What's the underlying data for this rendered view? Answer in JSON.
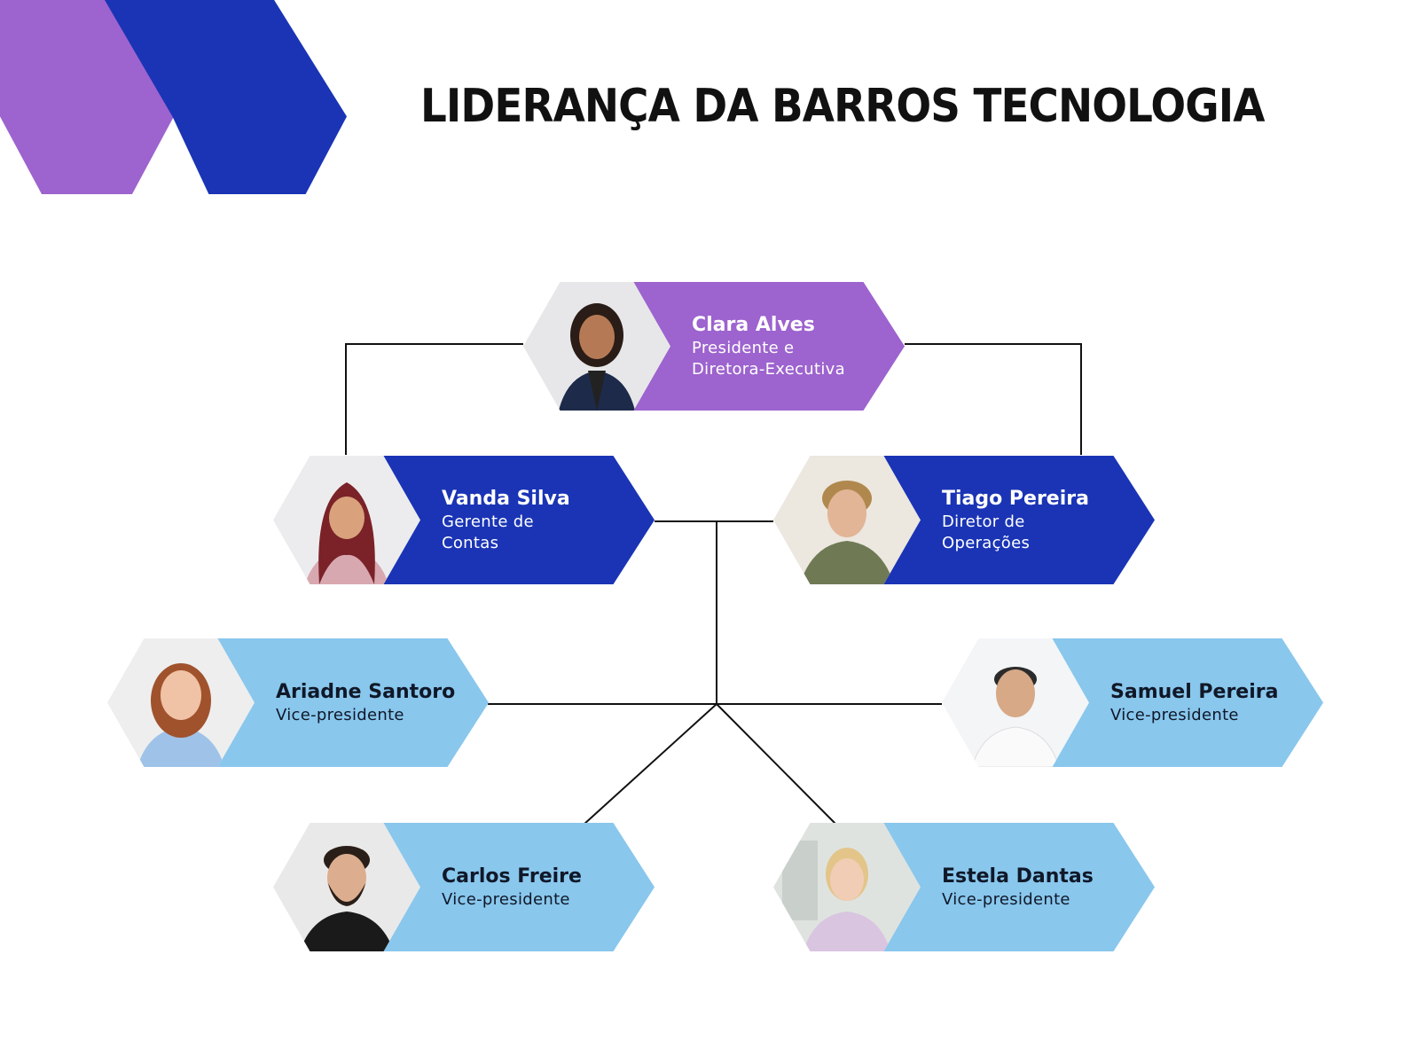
{
  "title": "LIDERANÇA DA BARROS TECNOLOGIA",
  "colors": {
    "purple": "#9d63ce",
    "dark_blue": "#1a34b5",
    "light_blue": "#89c7ed",
    "connector": "#111111"
  },
  "people": {
    "clara": {
      "name": "Clara Alves",
      "role": "Presidente e\nDiretora-Executiva"
    },
    "vanda": {
      "name": "Vanda Silva",
      "role": "Gerente de\nContas"
    },
    "tiago": {
      "name": "Tiago Pereira",
      "role": "Diretor de\nOperações"
    },
    "ariadne": {
      "name": "Ariadne Santoro",
      "role": "Vice-presidente"
    },
    "samuel": {
      "name": "Samuel Pereira",
      "role": "Vice-presidente"
    },
    "carlos": {
      "name": "Carlos Freire",
      "role": "Vice-presidente"
    },
    "estela": {
      "name": "Estela Dantas",
      "role": "Vice-presidente"
    }
  }
}
